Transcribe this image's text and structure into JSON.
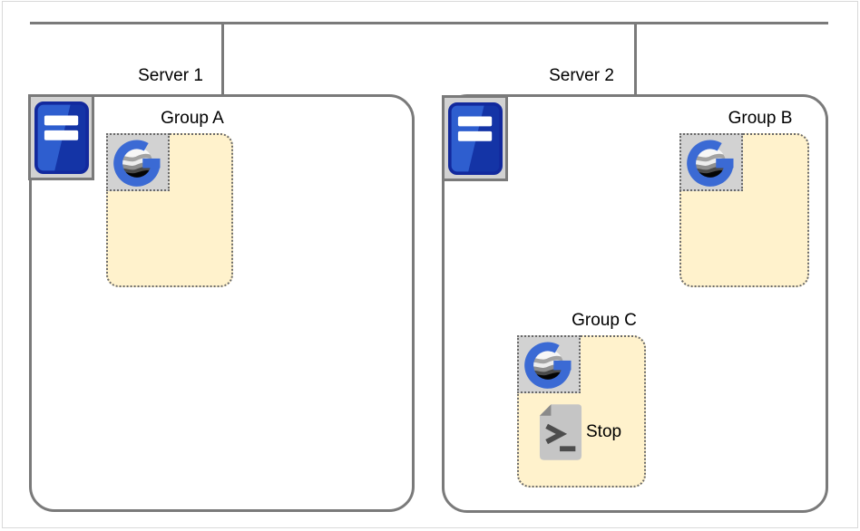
{
  "diagram_title": "",
  "colors": {
    "line_gray": "#7a7a7a",
    "icon_bg_gray": "#d2d2d2",
    "group_fill": "#fff2cc",
    "group_border": "#696969",
    "server_blue_light": "#2e5ecf",
    "server_blue_dark": "#1434a6",
    "server_blue_border": "#12299d",
    "logo_blue": "#3b6ad4",
    "doc_gray": "#c5c5c5",
    "doc_fold_gray": "#8a8a8a",
    "doc_glyph": "#4d4d4d",
    "canvas_border": "#d9d9d9",
    "label_color": "#000000"
  },
  "network": {
    "bus_icon": "network-bus-line",
    "connector_icon": "connector-line"
  },
  "servers": [
    {
      "label": "Server 1",
      "icon": "server-tower-icon",
      "groups": [
        {
          "label": "Group A",
          "icon": "g-globe-logo-icon",
          "items": []
        }
      ]
    },
    {
      "label": "Server 2",
      "icon": "server-tower-icon",
      "groups": [
        {
          "label": "Group B",
          "icon": "g-globe-logo-icon",
          "items": []
        },
        {
          "label": "Group C",
          "icon": "g-globe-logo-icon",
          "items": [
            {
              "icon": "script-file-icon",
              "label": "Stop"
            }
          ]
        }
      ]
    }
  ]
}
